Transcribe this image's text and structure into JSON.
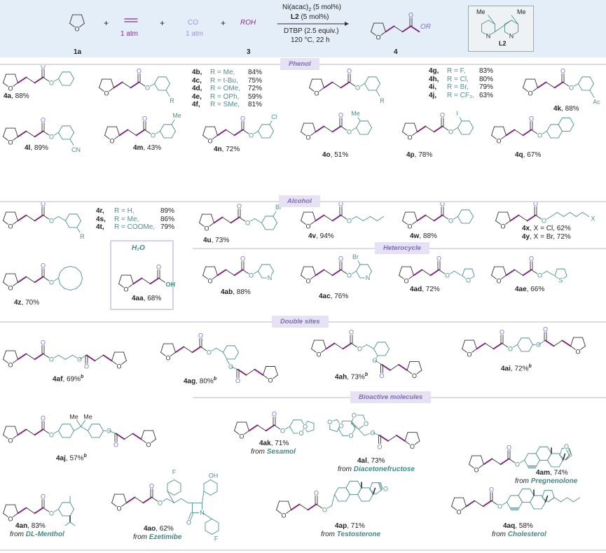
{
  "header": {
    "reactant_1a": "1a",
    "plus": "+",
    "ethylene_pressure": "1 atm",
    "co": "CO",
    "co_pressure": "1 atm",
    "roh": "ROH",
    "reagent_3": "3",
    "cat_main": "Ni(acac)",
    "cat_sub": "2",
    "cat_load": " (5 mol%)",
    "ligand": "L2",
    "ligand_load": " (5 mol%)",
    "oxidant": "DTBP (2.5 equiv.)",
    "conditions": "120 °C, 22 h",
    "product": "4",
    "product_r": "OR",
    "ligand_box": {
      "me_left": "Me",
      "me_right": "Me",
      "n": "N",
      "label": "L2"
    }
  },
  "sections": {
    "phenol": "Phenol",
    "alcohol": "Alcohol",
    "water": "H₂O",
    "heterocycle": "Heterocycle",
    "double_sites": "Double sites",
    "bioactive": "Bioactive molecules"
  },
  "atoms": {
    "O": "O",
    "N": "N",
    "S": "S",
    "H": "H",
    "OH": "OH",
    "Me": "Me",
    "F": "F",
    "R": "R",
    "OR": "OR"
  },
  "compounds": {
    "4a": {
      "id": "4a",
      "yield": ", 88%"
    },
    "4k": {
      "id": "4k",
      "yield": ", 88%",
      "sub": "Ac"
    },
    "4l": {
      "id": "4l",
      "yield": ", 89%",
      "sub": "CN"
    },
    "4m": {
      "id": "4m",
      "yield": ", 43%",
      "sub": "Me"
    },
    "4n": {
      "id": "4n",
      "yield": ", 72%",
      "sub": "Cl"
    },
    "4o": {
      "id": "4o",
      "yield": ", 51%",
      "sub": "Me"
    },
    "4p": {
      "id": "4p",
      "yield": ", 78%",
      "sub": "I"
    },
    "4q": {
      "id": "4q",
      "yield": ", 67%"
    },
    "4u": {
      "id": "4u",
      "yield": ",  73%",
      "sub": "Br"
    },
    "4v": {
      "id": "4v",
      "yield": ", 94%"
    },
    "4w": {
      "id": "4w",
      "yield": ", 88%"
    },
    "4x_sub": {
      "sub": "X"
    },
    "4z": {
      "id": "4z",
      "yield": ", 70%"
    },
    "4aa": {
      "id": "4aa",
      "yield": ", 68%"
    },
    "4ab": {
      "id": "4ab",
      "yield": ", 88%"
    },
    "4ac": {
      "id": "4ac",
      "yield": ", 76%",
      "sub": "Br"
    },
    "4ad": {
      "id": "4ad",
      "yield": ", 72%"
    },
    "4ae": {
      "id": "4ae",
      "yield": ", 66%"
    },
    "4af": {
      "id": "4af",
      "yield": ", 69%",
      "note": "b"
    },
    "4ag": {
      "id": "4ag",
      "yield": ", 80%",
      "note": "b"
    },
    "4ah": {
      "id": "4ah",
      "yield": ", 73%",
      "note": "b"
    },
    "4ai": {
      "id": "4ai",
      "yield": ", 72%",
      "note": "b"
    },
    "4aj": {
      "id": "4aj",
      "yield": ", 57%",
      "note": "b"
    },
    "4ak": {
      "id": "4ak",
      "yield": ", 71%",
      "from": "from ",
      "source": "Sesamol"
    },
    "4al": {
      "id": "4al",
      "yield": ", 73%",
      "from": "from ",
      "source": "Diacetonefructose"
    },
    "4am": {
      "id": "4am",
      "yield": ", 74%",
      "from": "from ",
      "source": "Pregnenolone"
    },
    "4an": {
      "id": "4an",
      "yield": ", 83%",
      "from": "from ",
      "source": "DL-Menthol"
    },
    "4ao": {
      "id": "4ao",
      "yield": ", 62%",
      "from": "from   ",
      "source": "Ezetimibe",
      "sub": "F",
      "sub2": "OH"
    },
    "4ap": {
      "id": "4ap",
      "yield": ", 71%",
      "from": "from ",
      "source": "Testosterone"
    },
    "4aq": {
      "id": "4aq",
      "yield": ", 58%",
      "from": "from ",
      "source": "Cholesterol"
    }
  },
  "lists": {
    "bf": [
      {
        "id": "4b,",
        "r": "R = Me,",
        "y": "84%"
      },
      {
        "id": "4c,",
        "r": "R = t-Bu,",
        "y": "75%"
      },
      {
        "id": "4d,",
        "r": "R = OMe,",
        "y": "72%"
      },
      {
        "id": "4e,",
        "r": "R = OPh,",
        "y": "59%"
      },
      {
        "id": "4f,",
        "r": "R = SMe,",
        "y": "81%"
      }
    ],
    "gj": [
      {
        "id": "4g,",
        "r": "R = F,",
        "y": "83%"
      },
      {
        "id": "4h,",
        "r": "R = Cl,",
        "y": "80%"
      },
      {
        "id": "4i,",
        "r": "R = Br,",
        "y": "79%"
      },
      {
        "id": "4j,",
        "r": "R = CF₃,",
        "y": "63%"
      }
    ],
    "rt": [
      {
        "id": "4r,",
        "r": "R = H,",
        "y": "89%"
      },
      {
        "id": "4s,",
        "r": "R = Me,",
        "y": "86%"
      },
      {
        "id": "4t,",
        "r": "R = COOMe,",
        "y": "79%"
      }
    ],
    "xy": [
      {
        "id": "4x",
        "text": ", X = Cl, 62%"
      },
      {
        "id": "4y",
        "text": ", X = Br, 72%"
      }
    ]
  },
  "colors": {
    "teal": "#4f8f8c",
    "purple": "#7a1a7a",
    "oxygen": "#7b74c9",
    "header_bg": "#e4eef8",
    "section_pill": "#e6e1f5"
  }
}
